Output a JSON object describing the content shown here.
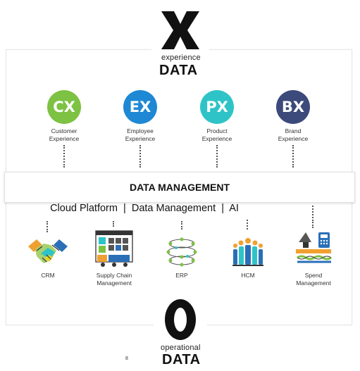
{
  "top": {
    "letter": "X",
    "word": "experience",
    "data": "DATA"
  },
  "bottom": {
    "letter": "O",
    "word": "operational",
    "data": "DATA"
  },
  "experiences": [
    {
      "abbr": "CX",
      "line1": "Customer",
      "line2": "Experience",
      "color": "#7dc242"
    },
    {
      "abbr": "EX",
      "line1": "Employee",
      "line2": "Experience",
      "color": "#1e88d4"
    },
    {
      "abbr": "PX",
      "line1": "Product",
      "line2": "Experience",
      "color": "#2ec4c7"
    },
    {
      "abbr": "BX",
      "line1": "Brand",
      "line2": "Experience",
      "color": "#3b4a7a"
    }
  ],
  "data_management": "DATA MANAGEMENT",
  "platform_line": "Cloud Platform  |  Data Management  |  AI",
  "operations": [
    {
      "icon": "handshake-icon",
      "line1": "CRM",
      "line2": ""
    },
    {
      "icon": "supply-chain-icon",
      "line1": "Supply Chain",
      "line2": "Management"
    },
    {
      "icon": "erp-network-icon",
      "line1": "ERP",
      "line2": ""
    },
    {
      "icon": "people-icon",
      "line1": "HCM",
      "line2": ""
    },
    {
      "icon": "spend-cart-icon",
      "line1": "Spend",
      "line2": "Management"
    }
  ],
  "page_number": "8"
}
